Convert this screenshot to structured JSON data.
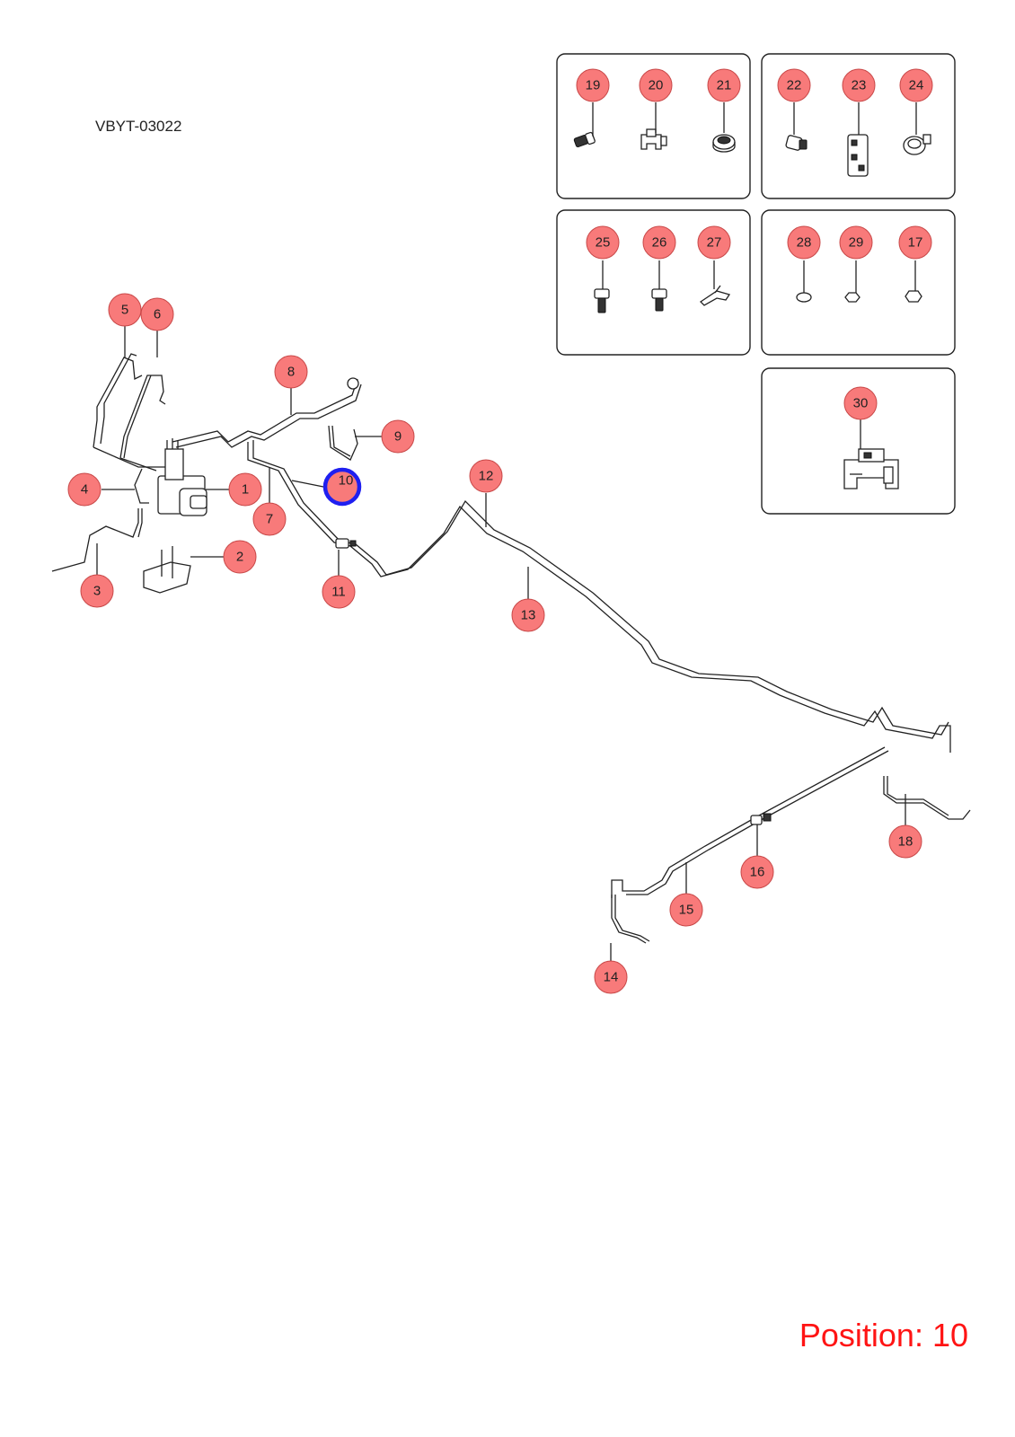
{
  "drawing_code": "VBYT-03022",
  "position_label": "Position: 10",
  "selected_callout": "10",
  "colors": {
    "callout_fill": "#f87a7a",
    "selected_outline": "#1f1ff0",
    "position_text": "#ff1414"
  },
  "callouts": [
    "1",
    "2",
    "3",
    "4",
    "5",
    "6",
    "7",
    "8",
    "9",
    "10",
    "11",
    "12",
    "13",
    "14",
    "15",
    "16",
    "17",
    "18",
    "19",
    "20",
    "21",
    "22",
    "23",
    "24",
    "25",
    "26",
    "27",
    "28",
    "29",
    "30"
  ]
}
